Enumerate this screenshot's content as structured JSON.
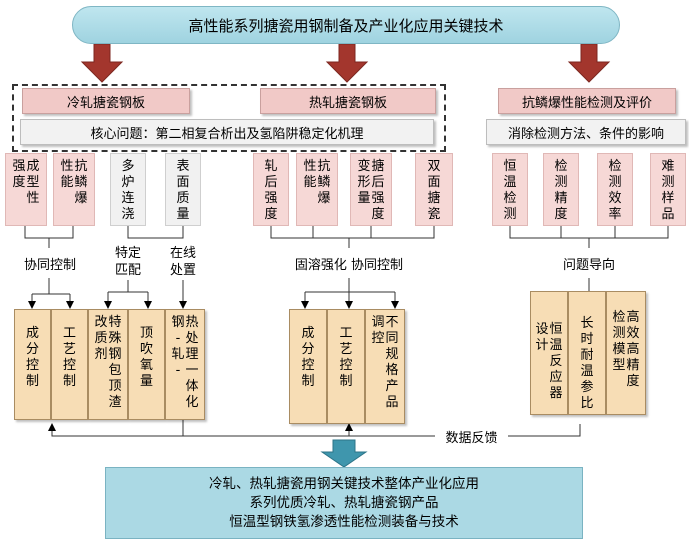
{
  "title": "高性能系列搪瓷用钢制备及产业化应用关键技术",
  "categories": [
    "冷轧搪瓷钢板",
    "热轧搪瓷钢板",
    "抗鳞爆性能检测及评价"
  ],
  "core_problem": "核心问题：第二相复合析出及氢陷阱稳定化机理",
  "detection_issue": "消除检测方法、条件的影响",
  "cold": {
    "props": [
      {
        "cols": [
          [
            "成",
            "型",
            "性"
          ],
          [
            "强",
            "度"
          ]
        ]
      },
      {
        "cols": [
          [
            "抗",
            "鳞",
            "爆"
          ],
          [
            "性",
            "能"
          ]
        ]
      },
      {
        "cols": [
          [
            "多",
            "炉",
            "连",
            "浇"
          ]
        ]
      },
      {
        "cols": [
          [
            "表",
            "面",
            "质",
            "量"
          ]
        ]
      }
    ],
    "methods": [
      [
        "特定",
        "匹配"
      ],
      [
        "在线",
        "处置"
      ]
    ],
    "coordination": "协同控制",
    "results": [
      {
        "cols": [
          [
            "成",
            "分",
            "控",
            "制"
          ]
        ]
      },
      {
        "cols": [
          [
            "工",
            "艺",
            "控",
            "制"
          ]
        ]
      },
      {
        "cols": [
          [
            "特",
            "殊",
            "钢",
            "包",
            "顶",
            "渣"
          ],
          [
            "改",
            "质",
            "剂"
          ]
        ]
      },
      {
        "cols": [
          [
            "顶",
            "吹",
            "氧",
            "量"
          ]
        ]
      },
      {
        "cols": [
          [
            "热",
            "处",
            "理",
            "一",
            "体",
            "化"
          ],
          [
            "钢",
            "-",
            "轧",
            "-"
          ]
        ]
      }
    ]
  },
  "hot": {
    "props": [
      {
        "cols": [
          [
            "轧",
            "后",
            "强",
            "度"
          ]
        ]
      },
      {
        "cols": [
          [
            "抗",
            "鳞",
            "爆"
          ],
          [
            "性",
            "能"
          ]
        ]
      },
      {
        "cols": [
          [
            "搪",
            "后",
            "强",
            "度"
          ],
          [
            "变",
            "形",
            "量"
          ]
        ]
      },
      {
        "cols": [
          [
            "双",
            "面",
            "搪",
            "瓷"
          ]
        ]
      }
    ],
    "strategy": "固溶强化  协同控制",
    "results": [
      {
        "cols": [
          [
            "成",
            "分",
            "控",
            "制"
          ]
        ]
      },
      {
        "cols": [
          [
            "工",
            "艺",
            "控",
            "制"
          ]
        ]
      },
      {
        "cols": [
          [
            "不",
            "同",
            "规",
            "格",
            "产",
            "品"
          ],
          [
            "调",
            "控"
          ]
        ]
      }
    ]
  },
  "detect": {
    "props": [
      {
        "cols": [
          [
            "恒",
            "温",
            "检",
            "测"
          ]
        ]
      },
      {
        "cols": [
          [
            "检",
            "测",
            "精",
            "度"
          ]
        ]
      },
      {
        "cols": [
          [
            "检",
            "测",
            "效",
            "率"
          ]
        ]
      },
      {
        "cols": [
          [
            "难",
            "测",
            "样",
            "品"
          ]
        ]
      }
    ],
    "guidance": "问题导向",
    "results": [
      {
        "cols": [
          [
            "恒",
            "温",
            "反",
            "应",
            "器"
          ],
          [
            "设",
            "计"
          ]
        ]
      },
      {
        "cols": [
          [
            "长",
            "时",
            "耐",
            "温",
            "参",
            "比"
          ]
        ]
      },
      {
        "cols": [
          [
            "高",
            "效",
            "高",
            "精",
            "度"
          ],
          [
            "检",
            "测",
            "模",
            "型"
          ]
        ]
      }
    ]
  },
  "feedback": "数据反馈",
  "outcomes": [
    "冷轧、热轧搪瓷用钢关键技术整体产业化应用",
    "系列优质冷轧、热轧搪瓷钢产品",
    "恒温型钢铁氢渗透性能检测装备与技术"
  ]
}
